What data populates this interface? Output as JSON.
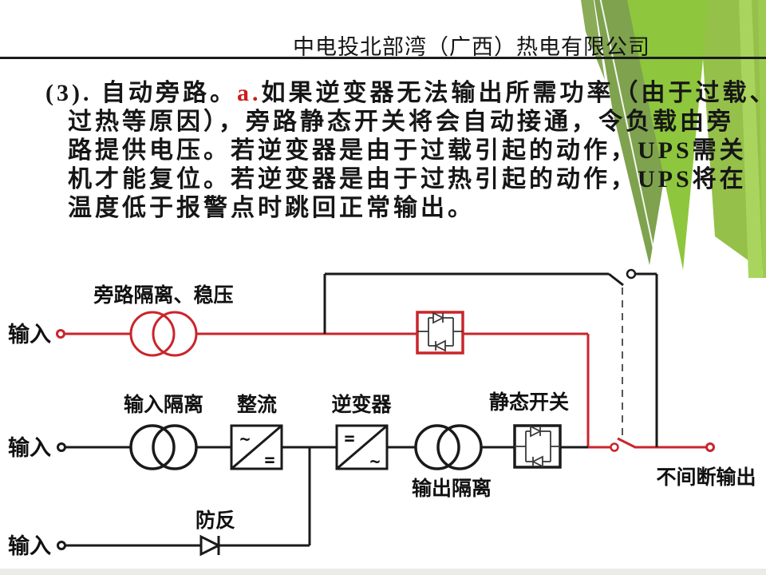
{
  "slide": {
    "title": "中电投北部湾（广西）热电有限公司"
  },
  "paragraph": {
    "marker_color": "#cc1d1d",
    "lines": [
      {
        "pre": "(3). 自动旁路。",
        "marker": "a.",
        "rest": "如果逆变器无法输出所需功率（由于过载、"
      },
      {
        "text": "过热等原因），旁路静态开关将会自动接通，令负载由旁"
      },
      {
        "text": "路提供电压。若逆变器是由于过载引起的动作，UPS需关"
      },
      {
        "text": "机才能复位。若逆变器是由于过热引起的动作，UPS将在"
      },
      {
        "text": "温度低于报警点时跳回正常输出。"
      }
    ]
  },
  "diagram": {
    "labels": {
      "bypass_isolation": "旁路隔离、稳压",
      "input_top": "输入",
      "input_mid": "输入",
      "input_bottom": "输入",
      "input_isolation": "输入隔离",
      "rectifier": "整流",
      "inverter": "逆变器",
      "static_switch": "静态开关",
      "output_isolation": "输出隔离",
      "anti_reverse": "防反",
      "ups_output": "不间断输出"
    },
    "symbols": {
      "ac": "~",
      "dc": "="
    },
    "colors": {
      "bypass_path": "#c9252b",
      "main_path": "#1a1a1a"
    }
  },
  "theme": {
    "greens": [
      "#7ea24e",
      "#8ec63d",
      "#95c04a",
      "#a9d55e"
    ],
    "divider": "#1b1b1b",
    "accent_red": "#cc1d1d"
  }
}
